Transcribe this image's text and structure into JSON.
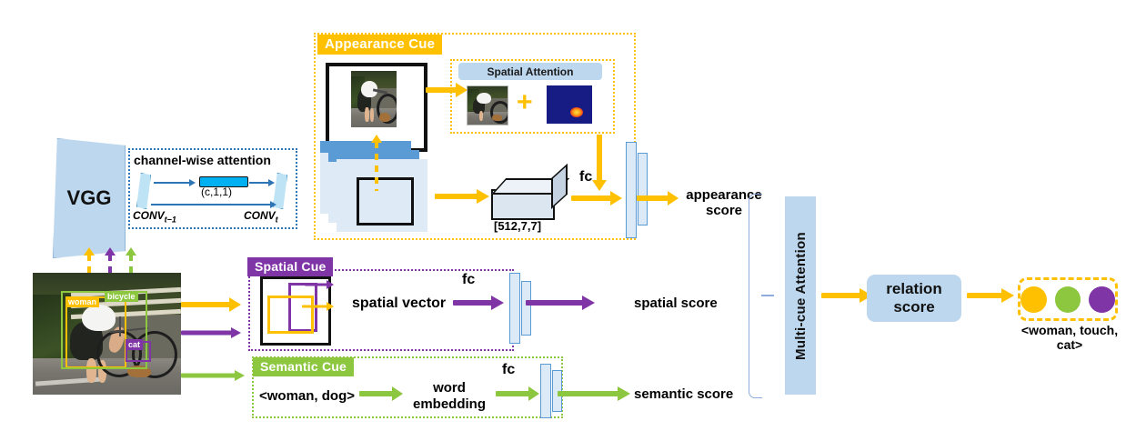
{
  "diagram": {
    "title": "Multi-cue relation detection network architecture",
    "colors": {
      "appearance": "#FFC000",
      "spatial": "#7F35A6",
      "semantic": "#8DC63F",
      "fc_blue": "#5B9BD5",
      "panel_blue": "#BDD7EE",
      "thin_blue": "#2E75B6",
      "heatmap_bg": "#161C84"
    }
  },
  "backbone": {
    "vgg_label": "VGG",
    "attention_title": "channel-wise attention",
    "conv_in_label": "CONV",
    "conv_in_sub": "t−1",
    "conv_out_label": "CONV",
    "conv_out_sub": "t",
    "vector_label": "(c,1,1)"
  },
  "input_image": {
    "boxes": [
      {
        "label": "woman",
        "color": "#FFC000"
      },
      {
        "label": "bicycle",
        "color": "#8DC63F"
      },
      {
        "label": "cat",
        "color": "#7F35A6"
      }
    ]
  },
  "appearance_cue": {
    "tag": "Appearance Cue",
    "spatial_attention_tag": "Spatial Attention",
    "plus": "+",
    "tensor_label": "[512,7,7]",
    "fc_label": "fc",
    "score_label": "appearance\nscore",
    "score_line1": "appearance",
    "score_line2": "score"
  },
  "spatial_cue": {
    "tag": "Spatial Cue",
    "vector_label": "spatial vector",
    "fc_label": "fc",
    "score_label": "spatial score"
  },
  "semantic_cue": {
    "tag": "Semantic Cue",
    "pair_label": "<woman, dog>",
    "embedding_line1": "word",
    "embedding_line2": "embedding",
    "fc_label": "fc",
    "score_label": "semantic score"
  },
  "fusion": {
    "attention_label": "Multi-cue Attention",
    "relation_line1": "relation",
    "relation_line2": "score",
    "output_triplet": "<woman, touch, cat>",
    "triplet_dots": [
      {
        "role": "subject",
        "color": "#FFC000"
      },
      {
        "role": "predicate",
        "color": "#8DC63F"
      },
      {
        "role": "object",
        "color": "#7F35A6"
      }
    ]
  }
}
